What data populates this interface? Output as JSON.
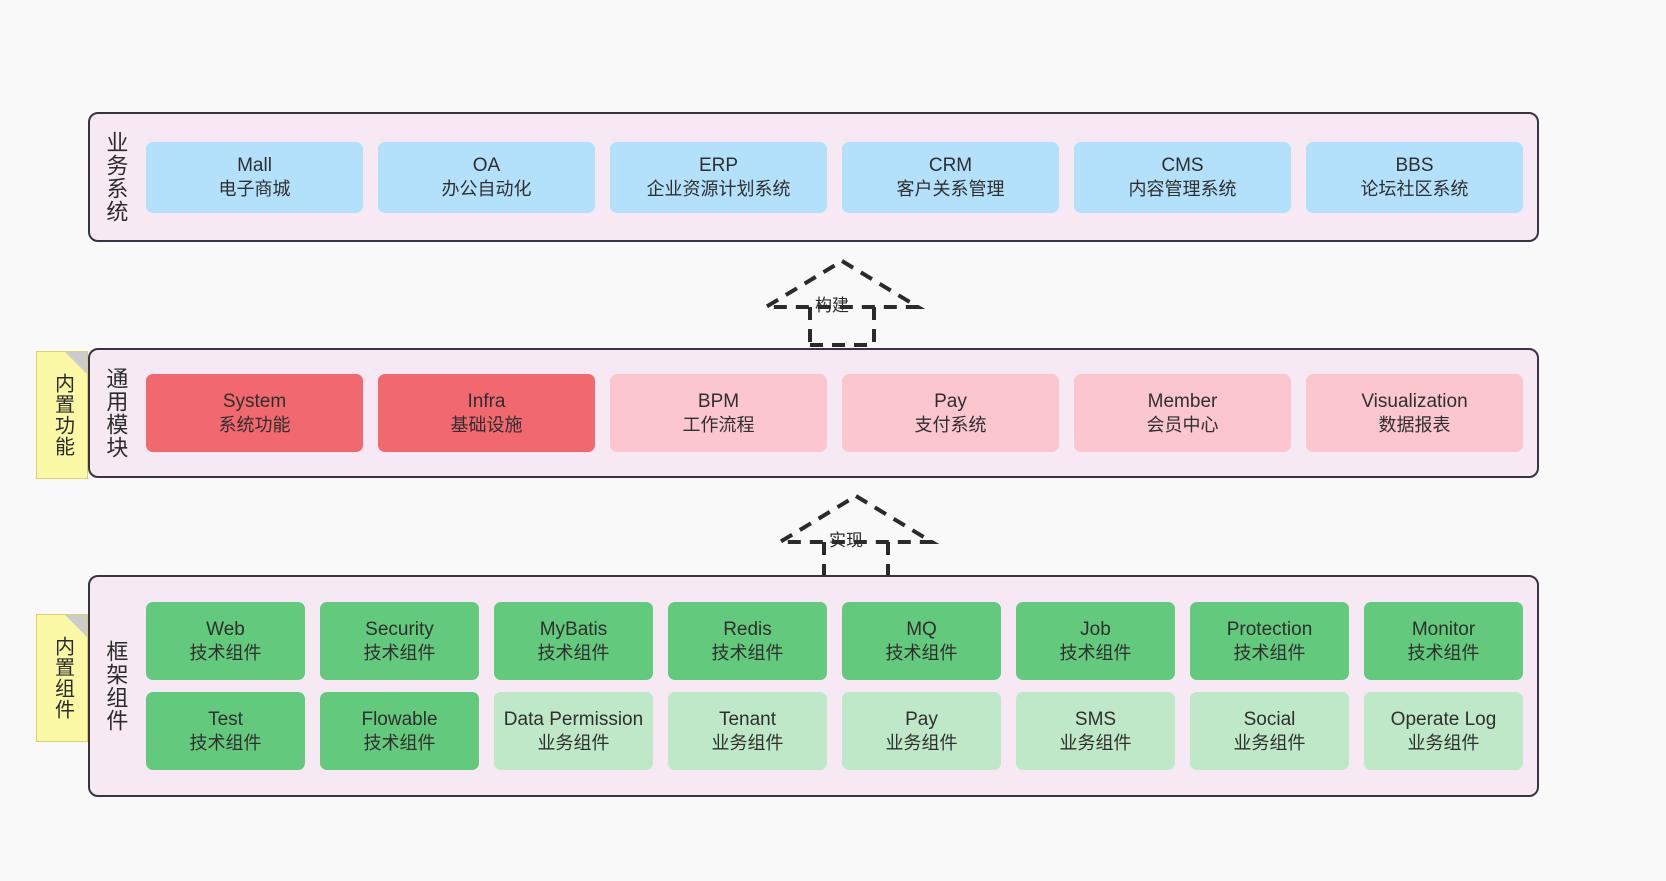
{
  "diagram": {
    "title": "",
    "colors": {
      "panel_bg": "#f7e9f3",
      "panel_border": "#3a3340",
      "blue": "#b3e0fb",
      "red": "#f1686f",
      "pink": "#fbc6ce",
      "green": "#63c97c",
      "light_green": "#bfe8c9",
      "note_yellow": "#fbf8a6",
      "canvas_bg": "#f9f9f9"
    }
  },
  "layers": {
    "business": {
      "title": "业务系统",
      "rows": [
        [
          {
            "name": "Mall",
            "desc": "电子商城"
          },
          {
            "name": "OA",
            "desc": "办公自动化"
          },
          {
            "name": "ERP",
            "desc": "企业资源计划系统"
          },
          {
            "name": "CRM",
            "desc": "客户关系管理"
          },
          {
            "name": "CMS",
            "desc": "内容管理系统"
          },
          {
            "name": "BBS",
            "desc": "论坛社区系统"
          }
        ]
      ]
    },
    "common": {
      "title": "通用模块",
      "rows": [
        [
          {
            "name": "System",
            "desc": "系统功能"
          },
          {
            "name": "Infra",
            "desc": "基础设施"
          },
          {
            "name": "BPM",
            "desc": "工作流程"
          },
          {
            "name": "Pay",
            "desc": "支付系统"
          },
          {
            "name": "Member",
            "desc": "会员中心"
          },
          {
            "name": "Visualization",
            "desc": "数据报表"
          }
        ]
      ]
    },
    "framework": {
      "title": "框架组件",
      "rows": [
        [
          {
            "name": "Web",
            "desc": "技术组件"
          },
          {
            "name": "Security",
            "desc": "技术组件"
          },
          {
            "name": "MyBatis",
            "desc": "技术组件"
          },
          {
            "name": "Redis",
            "desc": "技术组件"
          },
          {
            "name": "MQ",
            "desc": "技术组件"
          },
          {
            "name": "Job",
            "desc": "技术组件"
          },
          {
            "name": "Protection",
            "desc": "技术组件"
          },
          {
            "name": "Monitor",
            "desc": "技术组件"
          }
        ],
        [
          {
            "name": "Test",
            "desc": "技术组件"
          },
          {
            "name": "Flowable",
            "desc": "技术组件"
          },
          {
            "name": "Data Permission",
            "desc": "业务组件"
          },
          {
            "name": "Tenant",
            "desc": "业务组件"
          },
          {
            "name": "Pay",
            "desc": "业务组件"
          },
          {
            "name": "SMS",
            "desc": "业务组件"
          },
          {
            "name": "Social",
            "desc": "业务组件"
          },
          {
            "name": "Operate Log",
            "desc": "业务组件"
          }
        ]
      ]
    }
  },
  "notes": [
    {
      "id": "built-in-functions",
      "label": "内置功能"
    },
    {
      "id": "built-in-components",
      "label": "内置组件"
    }
  ],
  "connectors": [
    {
      "id": "build",
      "label": "构建",
      "style": "dashed-generalization-up"
    },
    {
      "id": "implement",
      "label": "实现",
      "style": "dashed-generalization-up"
    }
  ]
}
